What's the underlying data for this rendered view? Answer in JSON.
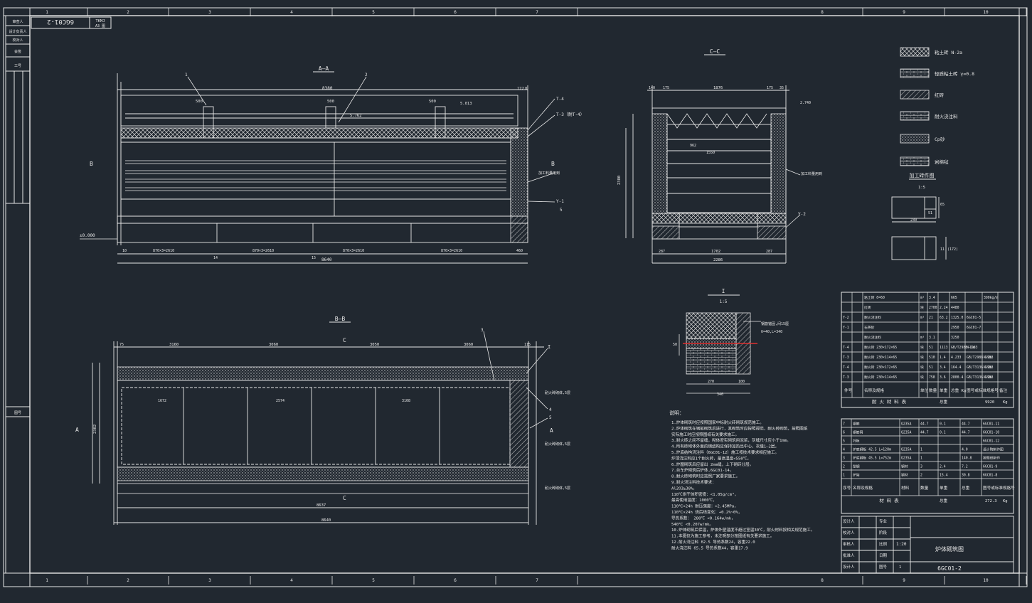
{
  "sheet": {
    "ruler_top": [
      "1",
      "2",
      "3",
      "4",
      "5",
      "6",
      "7",
      "8",
      "9",
      "10"
    ],
    "ruler_bottom": [
      "1",
      "2",
      "3",
      "4",
      "5",
      "6",
      "7",
      "8",
      "9",
      "10"
    ],
    "drawing_code_mirror": "6GC01-2",
    "code_label": "TKMJ",
    "code_label2": "A3  图",
    "left_strip": [
      "审查人",
      "设计负责人",
      "校对人",
      "会签",
      "工号",
      "图号"
    ]
  },
  "view_aa": {
    "title": "A—A",
    "dims_top": [
      "500",
      "8380",
      "500",
      "5.762",
      "500",
      "5.013",
      "172",
      "8"
    ],
    "dims_bottom": [
      "10",
      "870×3=2610",
      "14",
      "870×3=2610",
      "15",
      "870×3=2610",
      "870×3=2610",
      "460"
    ],
    "total": "8640",
    "level": "±0.000",
    "leaders": [
      "1",
      "2",
      "T-4",
      "T-3（耐T-4）",
      "加工料量用到",
      "Y-1",
      "5"
    ],
    "sections": [
      "B",
      "B"
    ]
  },
  "view_cc": {
    "title": "C—C",
    "dims_top": [
      "140",
      "175",
      "1876",
      "175",
      "35"
    ],
    "dims_mid": [
      "2.740",
      "962",
      "1550"
    ],
    "dims_bottom": [
      "287",
      "1702",
      "287"
    ],
    "total": "2286",
    "height": "2380",
    "leaders": [
      "加工料量用到",
      "Y-2"
    ]
  },
  "view_bb": {
    "title": "B—B",
    "dims_top": [
      "75",
      "3160",
      "3060",
      "3050",
      "3060",
      "115"
    ],
    "dims_inner": [
      "1672",
      "2574",
      "3108"
    ],
    "total_inner": "8637",
    "total": "8640",
    "height": "2302",
    "leaders": [
      "3",
      "I",
      "4",
      "5"
    ],
    "sections": [
      "A",
      "A",
      "C",
      "C"
    ],
    "notes_right": [
      "耐火砖砌体,5层",
      "耐火砖砌体,5层",
      "耐火砖砌体,5层"
    ]
  },
  "detail_i": {
    "title": "I",
    "scale": "1:5",
    "note1": "钢筋锚固,间15厘",
    "note2": "δ=40,L=340",
    "dims": [
      "270",
      "340",
      "100",
      "50"
    ]
  },
  "legend": {
    "items": [
      {
        "name": "粘土砖 N-2a"
      },
      {
        "name": "轻质粘土砖 γ=0.8"
      },
      {
        "name": "红砖"
      },
      {
        "name": "耐火浇注料"
      },
      {
        "name": "Cp砂"
      },
      {
        "name": "岩棉毡"
      }
    ],
    "detail_title": "加工砖件图",
    "detail_scale": "1:5",
    "detail_dims": [
      "230",
      "65",
      "11",
      "51",
      "(172)"
    ]
  },
  "refractory_table": {
    "rows": [
      [
        "",
        "",
        "粘土砖  δ=60",
        "m³",
        "3.4",
        "",
        "665",
        "",
        "390kg/m"
      ],
      [
        "",
        "",
        "红砖",
        "块",
        "2700",
        "2.24",
        "4480",
        "",
        ""
      ],
      [
        "Y-2",
        "",
        "耐火浇注料",
        "m³",
        "21",
        "63.2",
        "1325.0",
        "6GC01-5",
        ""
      ],
      [
        "Y-1",
        "",
        "石英砂",
        "",
        "",
        "",
        "2950",
        "6GC01-7",
        ""
      ],
      [
        "",
        "",
        "耐火浇注料",
        "m³",
        "3.1",
        "",
        "3250",
        "",
        ""
      ],
      [
        "T-4",
        "",
        "耐火砖 230×172×65",
        "块",
        "51",
        "1113",
        "GB/T2988-1983",
        "N-2a",
        ""
      ],
      [
        "T-3",
        "",
        "耐火砖 230×114×65",
        "块",
        "510",
        "1.4",
        "4.233",
        "GB/T2988-1983",
        "N-2a"
      ],
      [
        "T-4",
        "",
        "耐火砖 230×172×65",
        "块",
        "51",
        "3.4",
        "164.4",
        "GB/T3136-1983",
        "N-2a"
      ],
      [
        "T-3",
        "",
        "耐火砖 230×114×65",
        "块",
        "758",
        "3.6",
        "2800.4",
        "GB/T3136-1983",
        "N-2a"
      ]
    ],
    "header": [
      "件号",
      "名称及规格",
      "单位",
      "数量",
      "单重",
      "总重 Kg",
      "图号或标准规格号",
      "备注"
    ],
    "title": "耐  火  材  料  表",
    "total_label": "总重",
    "total_value": "9920",
    "total_unit": "Kg"
  },
  "materials_table": {
    "rows": [
      [
        "7",
        "钢筋",
        "Q235A",
        "44.7",
        "0.1",
        "44.7",
        "6GC01-11"
      ],
      [
        "6",
        "钢筋网",
        "Q235A",
        "44.7",
        "0.1",
        "44.7",
        "6GC01-10"
      ],
      [
        "5",
        "托板",
        "",
        "",
        "",
        "",
        "6GC01-12"
      ],
      [
        "4",
        "炉底钢板 42.5 L=128m",
        "Q235A",
        "1",
        "",
        "4.0",
        "设计院制作图"
      ],
      [
        "3",
        "炉底钢板 45.5 L=752m",
        "Q235A",
        "1",
        "",
        "140.8",
        "按图纸制作"
      ],
      [
        "2",
        "型钢",
        "钢材",
        "3",
        "2.4",
        "7.2",
        "6GC01-9"
      ],
      [
        "1",
        "炉架",
        "钢材",
        "2",
        "15.4",
        "30.8",
        "6GC01-8"
      ]
    ],
    "header": [
      "序号",
      "名称及规格",
      "材料",
      "数量",
      "单重",
      "总重",
      "图号或标准规格号"
    ],
    "title": "材       料       表",
    "total_label": "总重",
    "total_value": "272.3",
    "total_unit": "Kg"
  },
  "title_block": {
    "roles": [
      "设计人",
      "校对人",
      "审核人",
      "批准人",
      "设计人"
    ],
    "labels": [
      "专业",
      "阶段",
      "比例",
      "日期",
      "图号"
    ],
    "scale": "1:20",
    "drawing_title": "炉体砌筑图",
    "drawing_no": "6GC01-2",
    "sheet": "1"
  },
  "notes": {
    "heading": "说明：",
    "lines": [
      "1.炉体砌筑时应按照国家中标耐火砖砌筑规范施工。",
      "2.炉体砌筑在钢板砌筑后进行，其砌筑时应按照规范，耐火砖砌筑，按照图纸",
      "   实际施工时应按照图纸有关要求施工。",
      "3.耐火砖之间不留缝，砌体密实砌筑用泥浆，灰缝尺寸应小于1mm。",
      "4.所有砖砌体外面的钢结构应保持加热出中心，灰缝1—2层。",
      "5.炉底结构浇注料（6GC01-12）施工按技术要求相应施工。",
      "   炉顶浇注料应1个耐火砖，最高温度<550℃。",
      "6.炉膛砌筑后应留出 2mm缝，上下砌砖分层。",
      "7.台车炉砌筑后炉体,6GC01-14。",
      "8.耐火砖砌筑时应按照厂家要求施工。",
      "9.耐火浇注料技术要求：",
      "   Al2O3≥38%，",
      "   110℃烘干体积密度：<1.05g/cm³，",
      "   最高使用温度：1000℃，",
      "   110℃×24h 耐压强度：>2.45MPa，",
      "   110℃×24h 烧后线变化：+0.2%~0%，",
      "   导热系数：   280℃    <0.164w/mk，",
      "                540℃    <0.207w/mk。",
      "10.炉体砌筑后保温，炉体外壁温度不超过室温30℃，耐火材料按相关规范施工。",
      "11.本图仅为施工参考，未注明部分按图纸有关要求施工。",
      "12.耐火浇注料 δ2.5  导热系数24，容重22.0",
      "    耐火浇注料 δ5.5  导热系数44，容重17.9"
    ]
  },
  "colors": {
    "background": "#212830",
    "line": "#e8e8e8",
    "hatch": "#d6d6d6",
    "accent_red": "#e03030",
    "gray_band": "#2b3038"
  }
}
